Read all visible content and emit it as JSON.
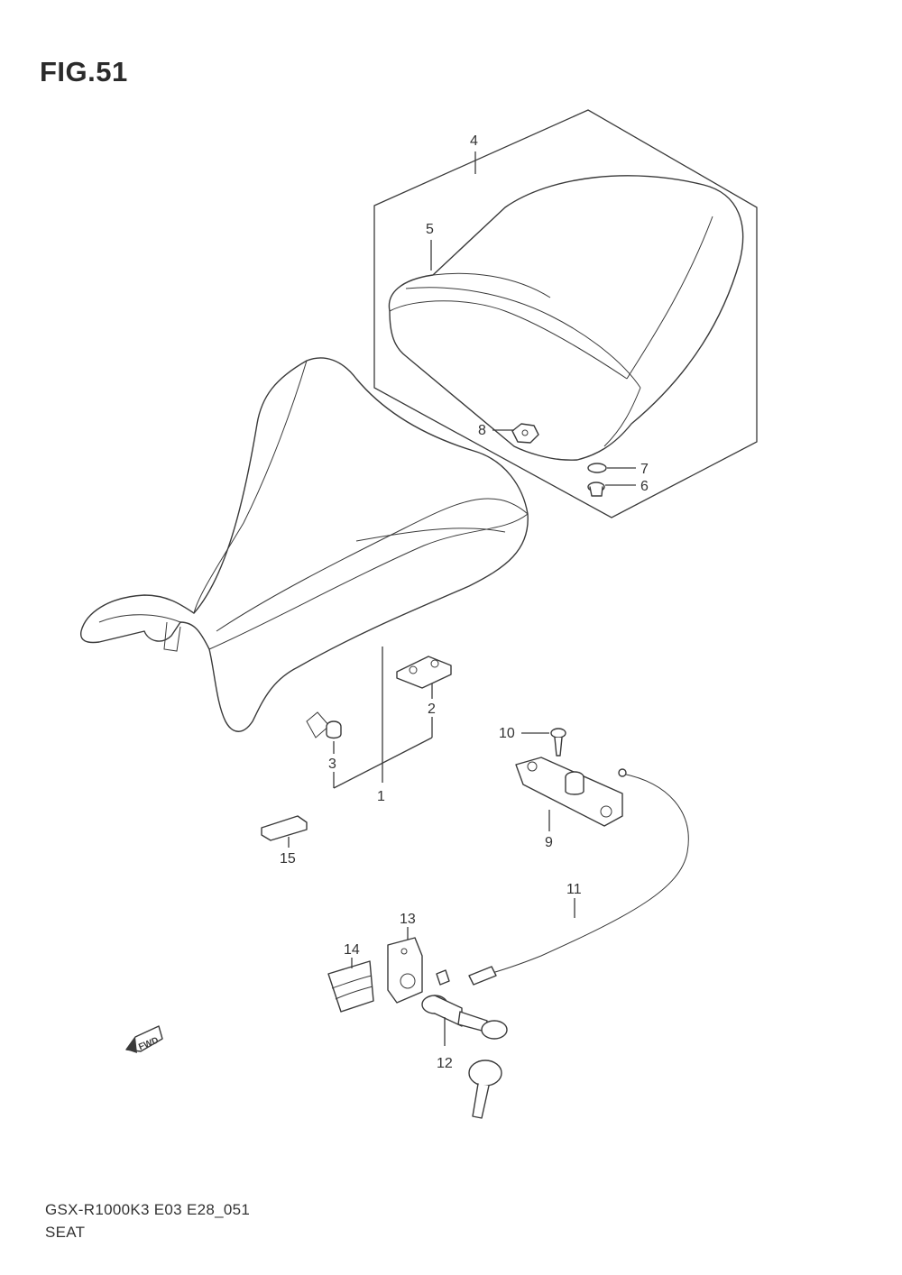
{
  "figure": {
    "title": "FIG.51",
    "model_code": "GSX-R1000K3 E03 E28_051",
    "section_name": "SEAT",
    "fwd_badge": "FWD"
  },
  "callouts": [
    {
      "id": "1"
    },
    {
      "id": "2"
    },
    {
      "id": "3"
    },
    {
      "id": "4"
    },
    {
      "id": "5"
    },
    {
      "id": "6"
    },
    {
      "id": "7"
    },
    {
      "id": "8"
    },
    {
      "id": "9"
    },
    {
      "id": "10"
    },
    {
      "id": "11"
    },
    {
      "id": "12"
    },
    {
      "id": "13"
    },
    {
      "id": "14"
    },
    {
      "id": "15"
    }
  ]
}
